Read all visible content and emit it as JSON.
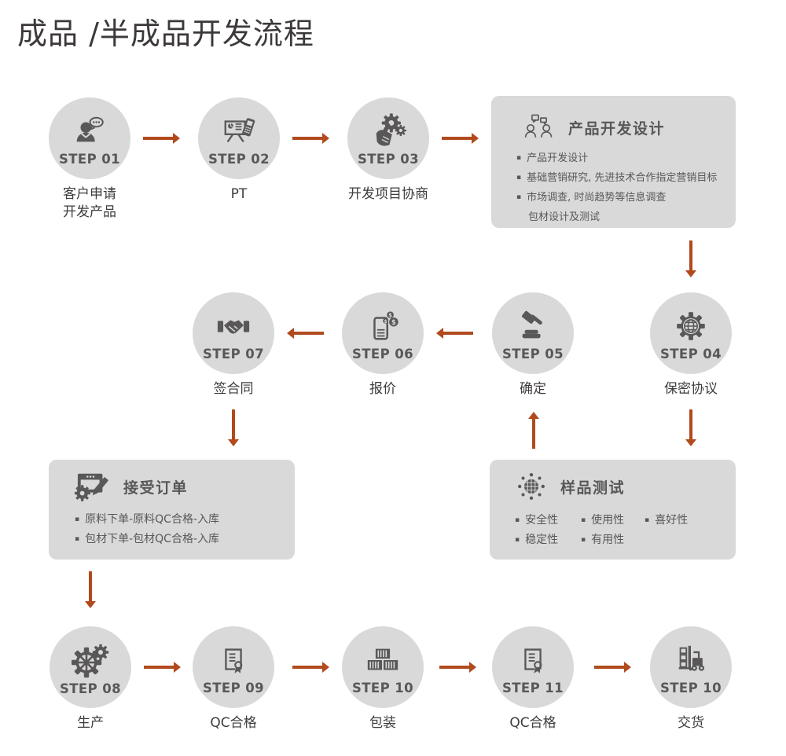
{
  "title": "成品 /半成品开发流程",
  "colors": {
    "arrow": "#b14a1d",
    "node_fill": "#d9d9d9",
    "icon": "#595757",
    "text": "#3e3b3a"
  },
  "steps": [
    {
      "step": "STEP 01",
      "caption": "客户申请\n开发产品",
      "icon": "person-chat-icon"
    },
    {
      "step": "STEP 02",
      "caption": "PT",
      "icon": "presentation-phone-icon"
    },
    {
      "step": "STEP 03",
      "caption": "开发项目协商",
      "icon": "hand-click-gears-icon"
    },
    {
      "step": "STEP 04",
      "caption": "保密协议",
      "icon": "globe-gear-icon"
    },
    {
      "step": "STEP 05",
      "caption": "确定",
      "icon": "gavel-icon"
    },
    {
      "step": "STEP 06",
      "caption": "报价",
      "icon": "quote-coins-icon"
    },
    {
      "step": "STEP 07",
      "caption": "签合同",
      "icon": "handshake-icon"
    },
    {
      "step": "STEP 08",
      "caption": "生产",
      "icon": "production-gears-icon"
    },
    {
      "step": "STEP 09",
      "caption": "QC合格",
      "icon": "certificate-icon"
    },
    {
      "step": "STEP 10",
      "caption": "包装",
      "icon": "containers-icon"
    },
    {
      "step": "STEP 11",
      "caption": "QC合格",
      "icon": "certificate-icon"
    },
    {
      "step": "STEP 10",
      "caption": "交货",
      "icon": "forklift-icon"
    }
  ],
  "boxes": {
    "design": {
      "title": "产品开发设计",
      "icon": "discussion-people-icon",
      "bullets": [
        "产品开发设计",
        "基础营销研究, 先进技术合作指定营销目标",
        "市场调查, 时尚趋势等信息调查"
      ],
      "continuation": "包材设计及测试"
    },
    "order": {
      "title": "接受订单",
      "icon": "order-window-icon",
      "bullets": [
        "原料下单-原料QC合格-入库",
        "包材下单-包材QC合格-入库"
      ]
    },
    "sample": {
      "title": "样品测试",
      "icon": "microbe-icon",
      "bullets": [
        "安全性",
        "使用性",
        "喜好性",
        "稳定性",
        "有用性"
      ]
    }
  }
}
